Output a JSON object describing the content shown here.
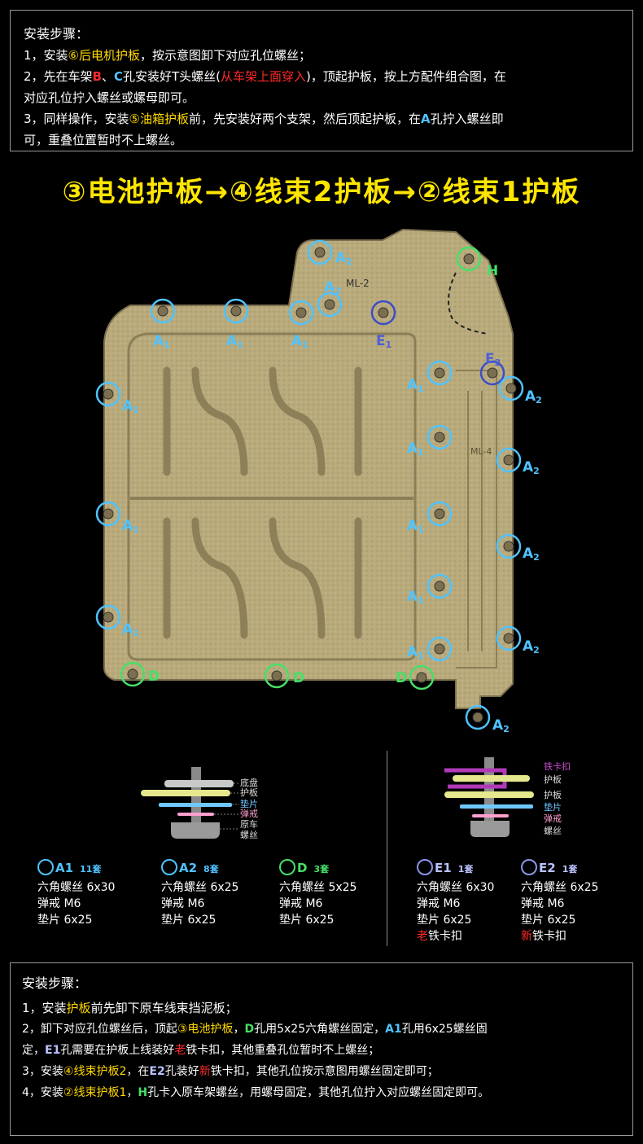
{
  "top_steps": {
    "title": "安装步骤：",
    "l1_a": "1，安装",
    "l1_b": "⑥后电机护板",
    "l1_c": "，按示意图卸下对应孔位螺丝；",
    "l2_a": "2，先在车架",
    "l2_B": "B",
    "l2_sep": "、",
    "l2_C": "C",
    "l2_b": "孔安装好T头螺丝(",
    "l2_c": "从车架上面穿入",
    "l2_d": ")，顶起护板，按上方配件组合图，在",
    "l2_e": "对应孔位拧入螺丝或螺母即可。",
    "l3_a": "3，同样操作，安装",
    "l3_b": "⑤油箱护板",
    "l3_c": "前，先安装好两个支架，然后顶起护板，在",
    "l3_A": "A",
    "l3_d": "孔拧入螺丝即",
    "l3_e": "可，重叠位置暂时不上螺丝。"
  },
  "headline": "③电池护板→④线束2护板→②线束1护板",
  "plate_marks": {
    "ml2": "ML-2",
    "ml4": "ML-4",
    "A1": "A1",
    "A2": "A2",
    "D": "D",
    "E1": "E1",
    "E2": "E2",
    "H": "H"
  },
  "diagram_left": {
    "labels": [
      "底盘",
      "护板",
      "垫片",
      "弹戒",
      "原车",
      "螺丝"
    ]
  },
  "diagram_right": {
    "labels": [
      "铁卡扣",
      "护板",
      "护板",
      "垫片",
      "弹戒",
      "螺丝"
    ]
  },
  "specs": {
    "A1": {
      "name": "A1",
      "count": "11套",
      "lines": [
        "六角螺丝 6x30",
        "弹戒 M6",
        "垫片 6x25"
      ]
    },
    "A2": {
      "name": "A2",
      "count": "8套",
      "lines": [
        "六角螺丝 6x25",
        "弹戒 M6",
        "垫片 6x25"
      ]
    },
    "D": {
      "name": "D",
      "count": "3套",
      "lines": [
        "六角螺丝 5x25",
        "弹戒 M6",
        "垫片 6x25"
      ]
    },
    "E1": {
      "name": "E1",
      "count": "1套",
      "lines": [
        "六角螺丝 6x30",
        "弹戒 M6",
        "垫片 6x25"
      ],
      "extra_red": "老",
      "extra": "铁卡扣"
    },
    "E2": {
      "name": "E2",
      "count": "1套",
      "lines": [
        "六角螺丝 6x25",
        "弹戒 M6",
        "垫片 6x25"
      ],
      "extra_red": "新",
      "extra": "铁卡扣"
    }
  },
  "bottom_steps": {
    "title": "安装步骤：",
    "l1_a": "1，安装",
    "l1_b": "护板",
    "l1_c": "前先卸下原车线束挡泥板；",
    "l2_a": "2，卸下对应孔位螺丝后，顶起",
    "l2_b": "③电池护板",
    "l2_sep": "，",
    "l2_D": "D",
    "l2_c": "孔用5x25六角螺丝固定，",
    "l2_A1": "A1",
    "l2_d": "孔用6x25螺丝固",
    "l3_a": "定，",
    "l3_E1": "E1",
    "l3_b": "孔需要在护板上线装好",
    "l3_old": "老",
    "l3_c": "铁卡扣，其他重叠孔位暂时不上螺丝；",
    "l4_a": "3，安装",
    "l4_b": "④线束护板2",
    "l4_c": "，在",
    "l4_E2": "E2",
    "l4_d": "孔装好",
    "l4_new": "新",
    "l4_e": "铁卡扣，其他孔位按示意图用螺丝固定即可；",
    "l5_a": "4，安装",
    "l5_b": "②线束护板1",
    "l5_sep": "，",
    "l5_H": "H",
    "l5_c": "孔卡入原车架螺丝，用螺母固定，其他孔位拧入对应螺丝固定即可。"
  },
  "colors": {
    "yellow": "#ffd800",
    "red": "#ff2a2a",
    "blue": "#4fc3ff",
    "green": "#46e068",
    "navy": "#3b4dc7",
    "purple": "#b13ab8",
    "plate": "#b8a877"
  }
}
